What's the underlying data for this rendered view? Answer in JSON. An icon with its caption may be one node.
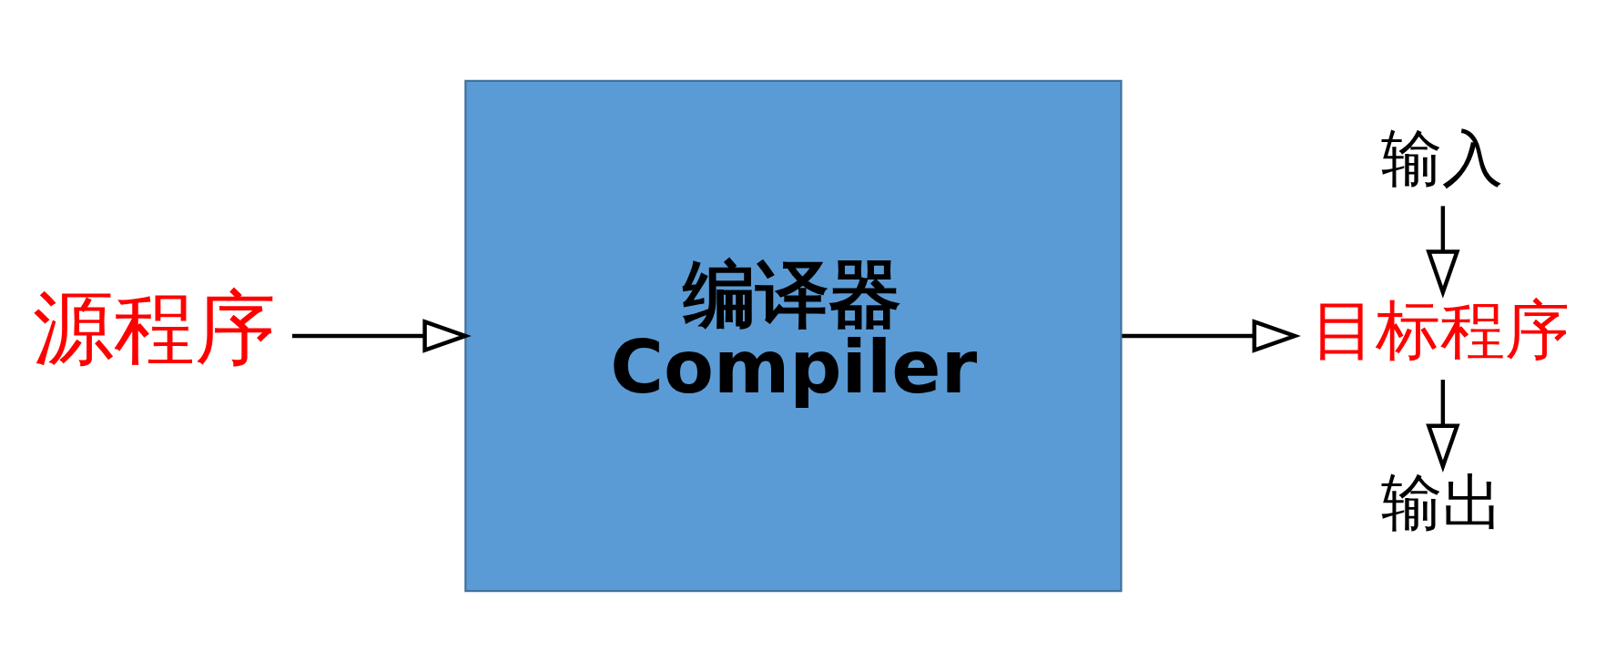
{
  "diagram": {
    "nodes": [
      {
        "text": [
          "源程序"
        ]
      },
      {
        "text": [
          "编译器",
          "Compiler"
        ]
      },
      {
        "text": [
          "目标程序"
        ]
      },
      {
        "text": [
          "输入"
        ]
      },
      {
        "text": [
          "输出"
        ]
      }
    ],
    "edges": [
      {
        "from": 0,
        "to": 1,
        "arrow": "to"
      },
      {
        "from": 1,
        "to": 2,
        "arrow": "to"
      },
      {
        "from": 3,
        "to": 2,
        "arrow": "to"
      },
      {
        "from": 2,
        "to": 4,
        "arrow": "to"
      }
    ]
  }
}
